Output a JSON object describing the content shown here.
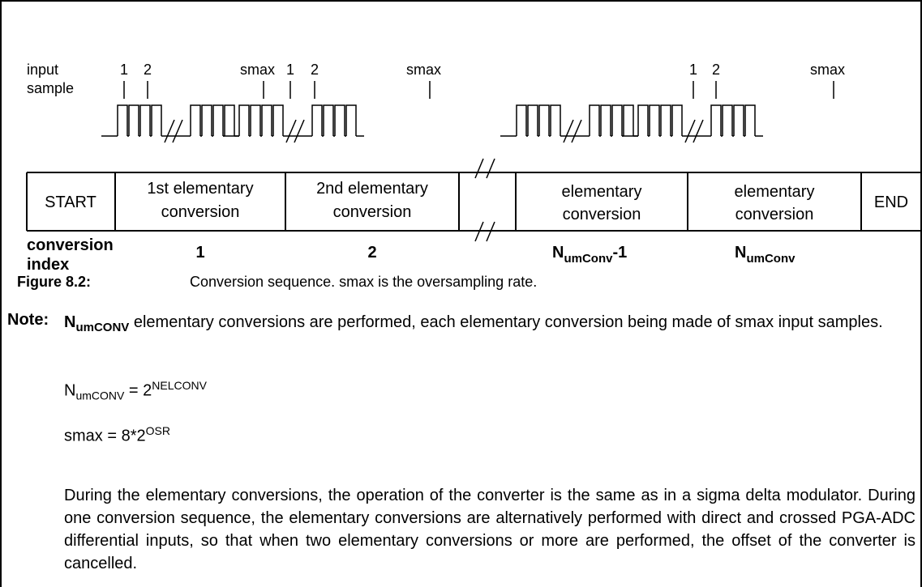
{
  "diagram": {
    "input_label_line1": "input",
    "input_label_line2": "sample",
    "marker_1": "1",
    "marker_2": "2",
    "marker_smax": "smax",
    "cells": {
      "start": "START",
      "first_line1": "1st elementary",
      "first_line2": "conversion",
      "second_line1": "2nd elementary",
      "second_line2": "conversion",
      "elem_line1": "elementary",
      "elem_line2": "conversion",
      "end": "END"
    },
    "index_label_line1": "conversion",
    "index_label_line2": "index",
    "index_1": "1",
    "index_2": "2",
    "index_n_base": "N",
    "index_n_sub": "umConv",
    "index_n_minus": "-1"
  },
  "caption": {
    "label": "Figure 8.2:",
    "text": "Conversion sequence. smax is the oversampling rate."
  },
  "note": {
    "label": "Note:",
    "n_base": "N",
    "n_sub": "umCONV",
    "text_rest": " elementary conversions are performed, each elementary conversion being made of smax input samples.",
    "eq1_base": "N",
    "eq1_sub": "umCONV",
    "eq1_mid": " = 2",
    "eq1_sup": "NELCONV",
    "eq2_left": "smax = 8*2",
    "eq2_sup": "OSR",
    "paragraph": "During the elementary conversions, the operation of the converter is the same as in a sigma delta modulator. During one conversion sequence, the elementary conversions are alternatively performed with direct and crossed PGA-ADC differential inputs, so that when two elementary conversions or more are performed, the offset of the converter is cancelled."
  }
}
